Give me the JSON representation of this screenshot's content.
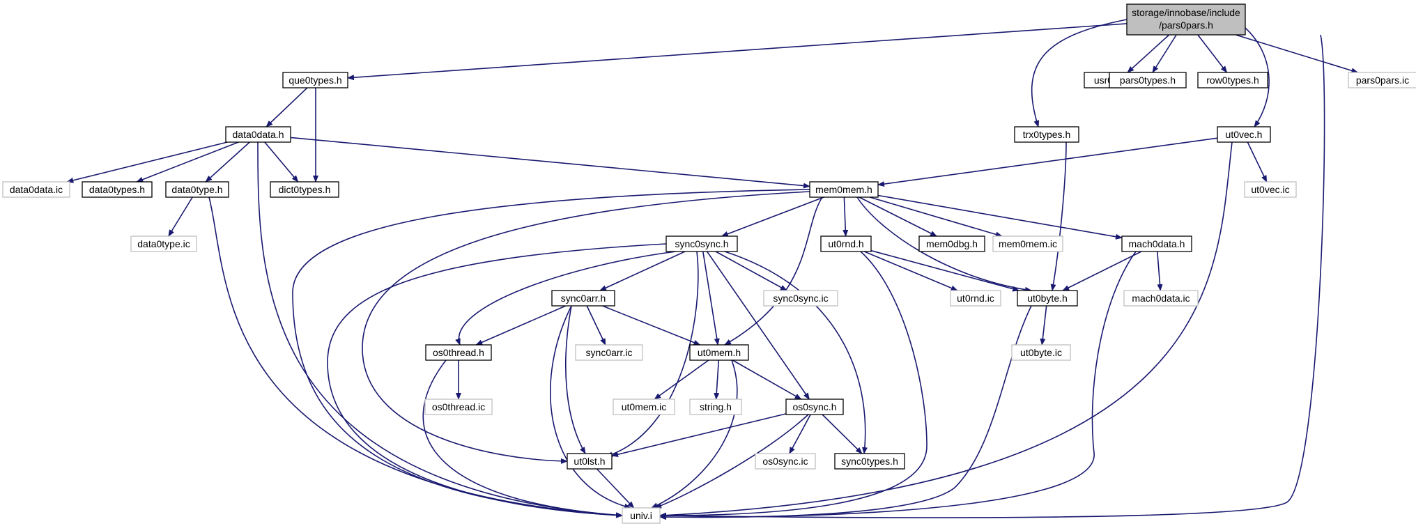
{
  "colors": {
    "edge": "#191970",
    "box_border": "#000000",
    "missing_border": "#bfbfbf",
    "root_fill": "#bfbfbf",
    "node_fill": "#ffffff"
  },
  "root": {
    "id": "root",
    "lines": [
      "storage/innobase/include",
      "/pars0pars.h"
    ]
  },
  "nodes": [
    {
      "id": "que0types",
      "label": "que0types.h"
    },
    {
      "id": "usr0types",
      "label": "usr0types.h"
    },
    {
      "id": "pars0types",
      "label": "pars0types.h"
    },
    {
      "id": "row0types",
      "label": "row0types.h"
    },
    {
      "id": "pars0pars_ic",
      "label": "pars0pars.ic",
      "missing": true
    },
    {
      "id": "data0data",
      "label": "data0data.h"
    },
    {
      "id": "trx0types",
      "label": "trx0types.h"
    },
    {
      "id": "ut0vec",
      "label": "ut0vec.h"
    },
    {
      "id": "data0data_ic",
      "label": "data0data.ic",
      "missing": true
    },
    {
      "id": "data0types",
      "label": "data0types.h"
    },
    {
      "id": "data0type",
      "label": "data0type.h"
    },
    {
      "id": "dict0types",
      "label": "dict0types.h"
    },
    {
      "id": "mem0mem",
      "label": "mem0mem.h"
    },
    {
      "id": "ut0vec_ic",
      "label": "ut0vec.ic",
      "missing": true
    },
    {
      "id": "data0type_ic",
      "label": "data0type.ic",
      "missing": true
    },
    {
      "id": "sync0sync",
      "label": "sync0sync.h"
    },
    {
      "id": "ut0rnd",
      "label": "ut0rnd.h"
    },
    {
      "id": "mem0dbg",
      "label": "mem0dbg.h"
    },
    {
      "id": "mem0mem_ic",
      "label": "mem0mem.ic",
      "missing": true
    },
    {
      "id": "mach0data",
      "label": "mach0data.h"
    },
    {
      "id": "sync0arr",
      "label": "sync0arr.h"
    },
    {
      "id": "sync0sync_ic",
      "label": "sync0sync.ic",
      "missing": true
    },
    {
      "id": "ut0rnd_ic",
      "label": "ut0rnd.ic",
      "missing": true
    },
    {
      "id": "ut0byte",
      "label": "ut0byte.h"
    },
    {
      "id": "mach0data_ic",
      "label": "mach0data.ic",
      "missing": true
    },
    {
      "id": "os0thread",
      "label": "os0thread.h"
    },
    {
      "id": "sync0arr_ic",
      "label": "sync0arr.ic",
      "missing": true
    },
    {
      "id": "ut0mem",
      "label": "ut0mem.h"
    },
    {
      "id": "ut0byte_ic",
      "label": "ut0byte.ic",
      "missing": true
    },
    {
      "id": "os0thread_ic",
      "label": "os0thread.ic",
      "missing": true
    },
    {
      "id": "ut0mem_ic",
      "label": "ut0mem.ic",
      "missing": true
    },
    {
      "id": "string",
      "label": "string.h",
      "missing": true
    },
    {
      "id": "os0sync",
      "label": "os0sync.h"
    },
    {
      "id": "ut0lst",
      "label": "ut0lst.h"
    },
    {
      "id": "os0sync_ic",
      "label": "os0sync.ic",
      "missing": true
    },
    {
      "id": "sync0types",
      "label": "sync0types.h"
    },
    {
      "id": "univ",
      "label": "univ.i",
      "missing": true
    }
  ],
  "edges": [
    [
      "root",
      "que0types"
    ],
    [
      "root",
      "trx0types"
    ],
    [
      "root",
      "usr0types"
    ],
    [
      "root",
      "pars0types"
    ],
    [
      "root",
      "row0types"
    ],
    [
      "root",
      "ut0vec"
    ],
    [
      "root",
      "pars0pars_ic"
    ],
    [
      "root",
      "univ"
    ],
    [
      "que0types",
      "data0data"
    ],
    [
      "que0types",
      "dict0types"
    ],
    [
      "data0data",
      "data0data_ic"
    ],
    [
      "data0data",
      "data0types"
    ],
    [
      "data0data",
      "data0type"
    ],
    [
      "data0data",
      "dict0types"
    ],
    [
      "data0data",
      "mem0mem"
    ],
    [
      "data0data",
      "univ"
    ],
    [
      "data0type",
      "data0type_ic"
    ],
    [
      "data0type",
      "univ"
    ],
    [
      "trx0types",
      "ut0byte"
    ],
    [
      "ut0vec",
      "mem0mem"
    ],
    [
      "ut0vec",
      "ut0vec_ic"
    ],
    [
      "ut0vec",
      "univ"
    ],
    [
      "mem0mem",
      "univ"
    ],
    [
      "mem0mem",
      "ut0lst"
    ],
    [
      "mem0mem",
      "sync0sync"
    ],
    [
      "mem0mem",
      "ut0mem"
    ],
    [
      "mem0mem",
      "ut0rnd"
    ],
    [
      "mem0mem",
      "ut0byte"
    ],
    [
      "mem0mem",
      "mem0dbg"
    ],
    [
      "mem0mem",
      "mem0mem_ic"
    ],
    [
      "mem0mem",
      "mach0data"
    ],
    [
      "sync0sync",
      "univ"
    ],
    [
      "sync0sync",
      "os0thread"
    ],
    [
      "sync0sync",
      "sync0arr"
    ],
    [
      "sync0sync",
      "ut0lst"
    ],
    [
      "sync0sync",
      "ut0mem"
    ],
    [
      "sync0sync",
      "os0sync"
    ],
    [
      "sync0sync",
      "sync0sync_ic"
    ],
    [
      "sync0sync",
      "sync0types"
    ],
    [
      "sync0arr",
      "os0thread"
    ],
    [
      "sync0arr",
      "univ"
    ],
    [
      "sync0arr",
      "ut0lst"
    ],
    [
      "sync0arr",
      "sync0arr_ic"
    ],
    [
      "sync0arr",
      "ut0mem"
    ],
    [
      "os0thread",
      "os0thread_ic"
    ],
    [
      "os0thread",
      "univ"
    ],
    [
      "ut0mem",
      "ut0mem_ic"
    ],
    [
      "ut0mem",
      "string"
    ],
    [
      "ut0mem",
      "os0sync"
    ],
    [
      "ut0mem",
      "univ"
    ],
    [
      "os0sync",
      "ut0lst"
    ],
    [
      "os0sync",
      "univ"
    ],
    [
      "os0sync",
      "os0sync_ic"
    ],
    [
      "os0sync",
      "sync0types"
    ],
    [
      "ut0lst",
      "univ"
    ],
    [
      "ut0rnd",
      "ut0rnd_ic"
    ],
    [
      "ut0rnd",
      "ut0byte"
    ],
    [
      "ut0rnd",
      "univ"
    ],
    [
      "ut0byte",
      "ut0byte_ic"
    ],
    [
      "ut0byte",
      "univ"
    ],
    [
      "mach0data",
      "ut0byte"
    ],
    [
      "mach0data",
      "mach0data_ic"
    ],
    [
      "mach0data",
      "univ"
    ]
  ]
}
